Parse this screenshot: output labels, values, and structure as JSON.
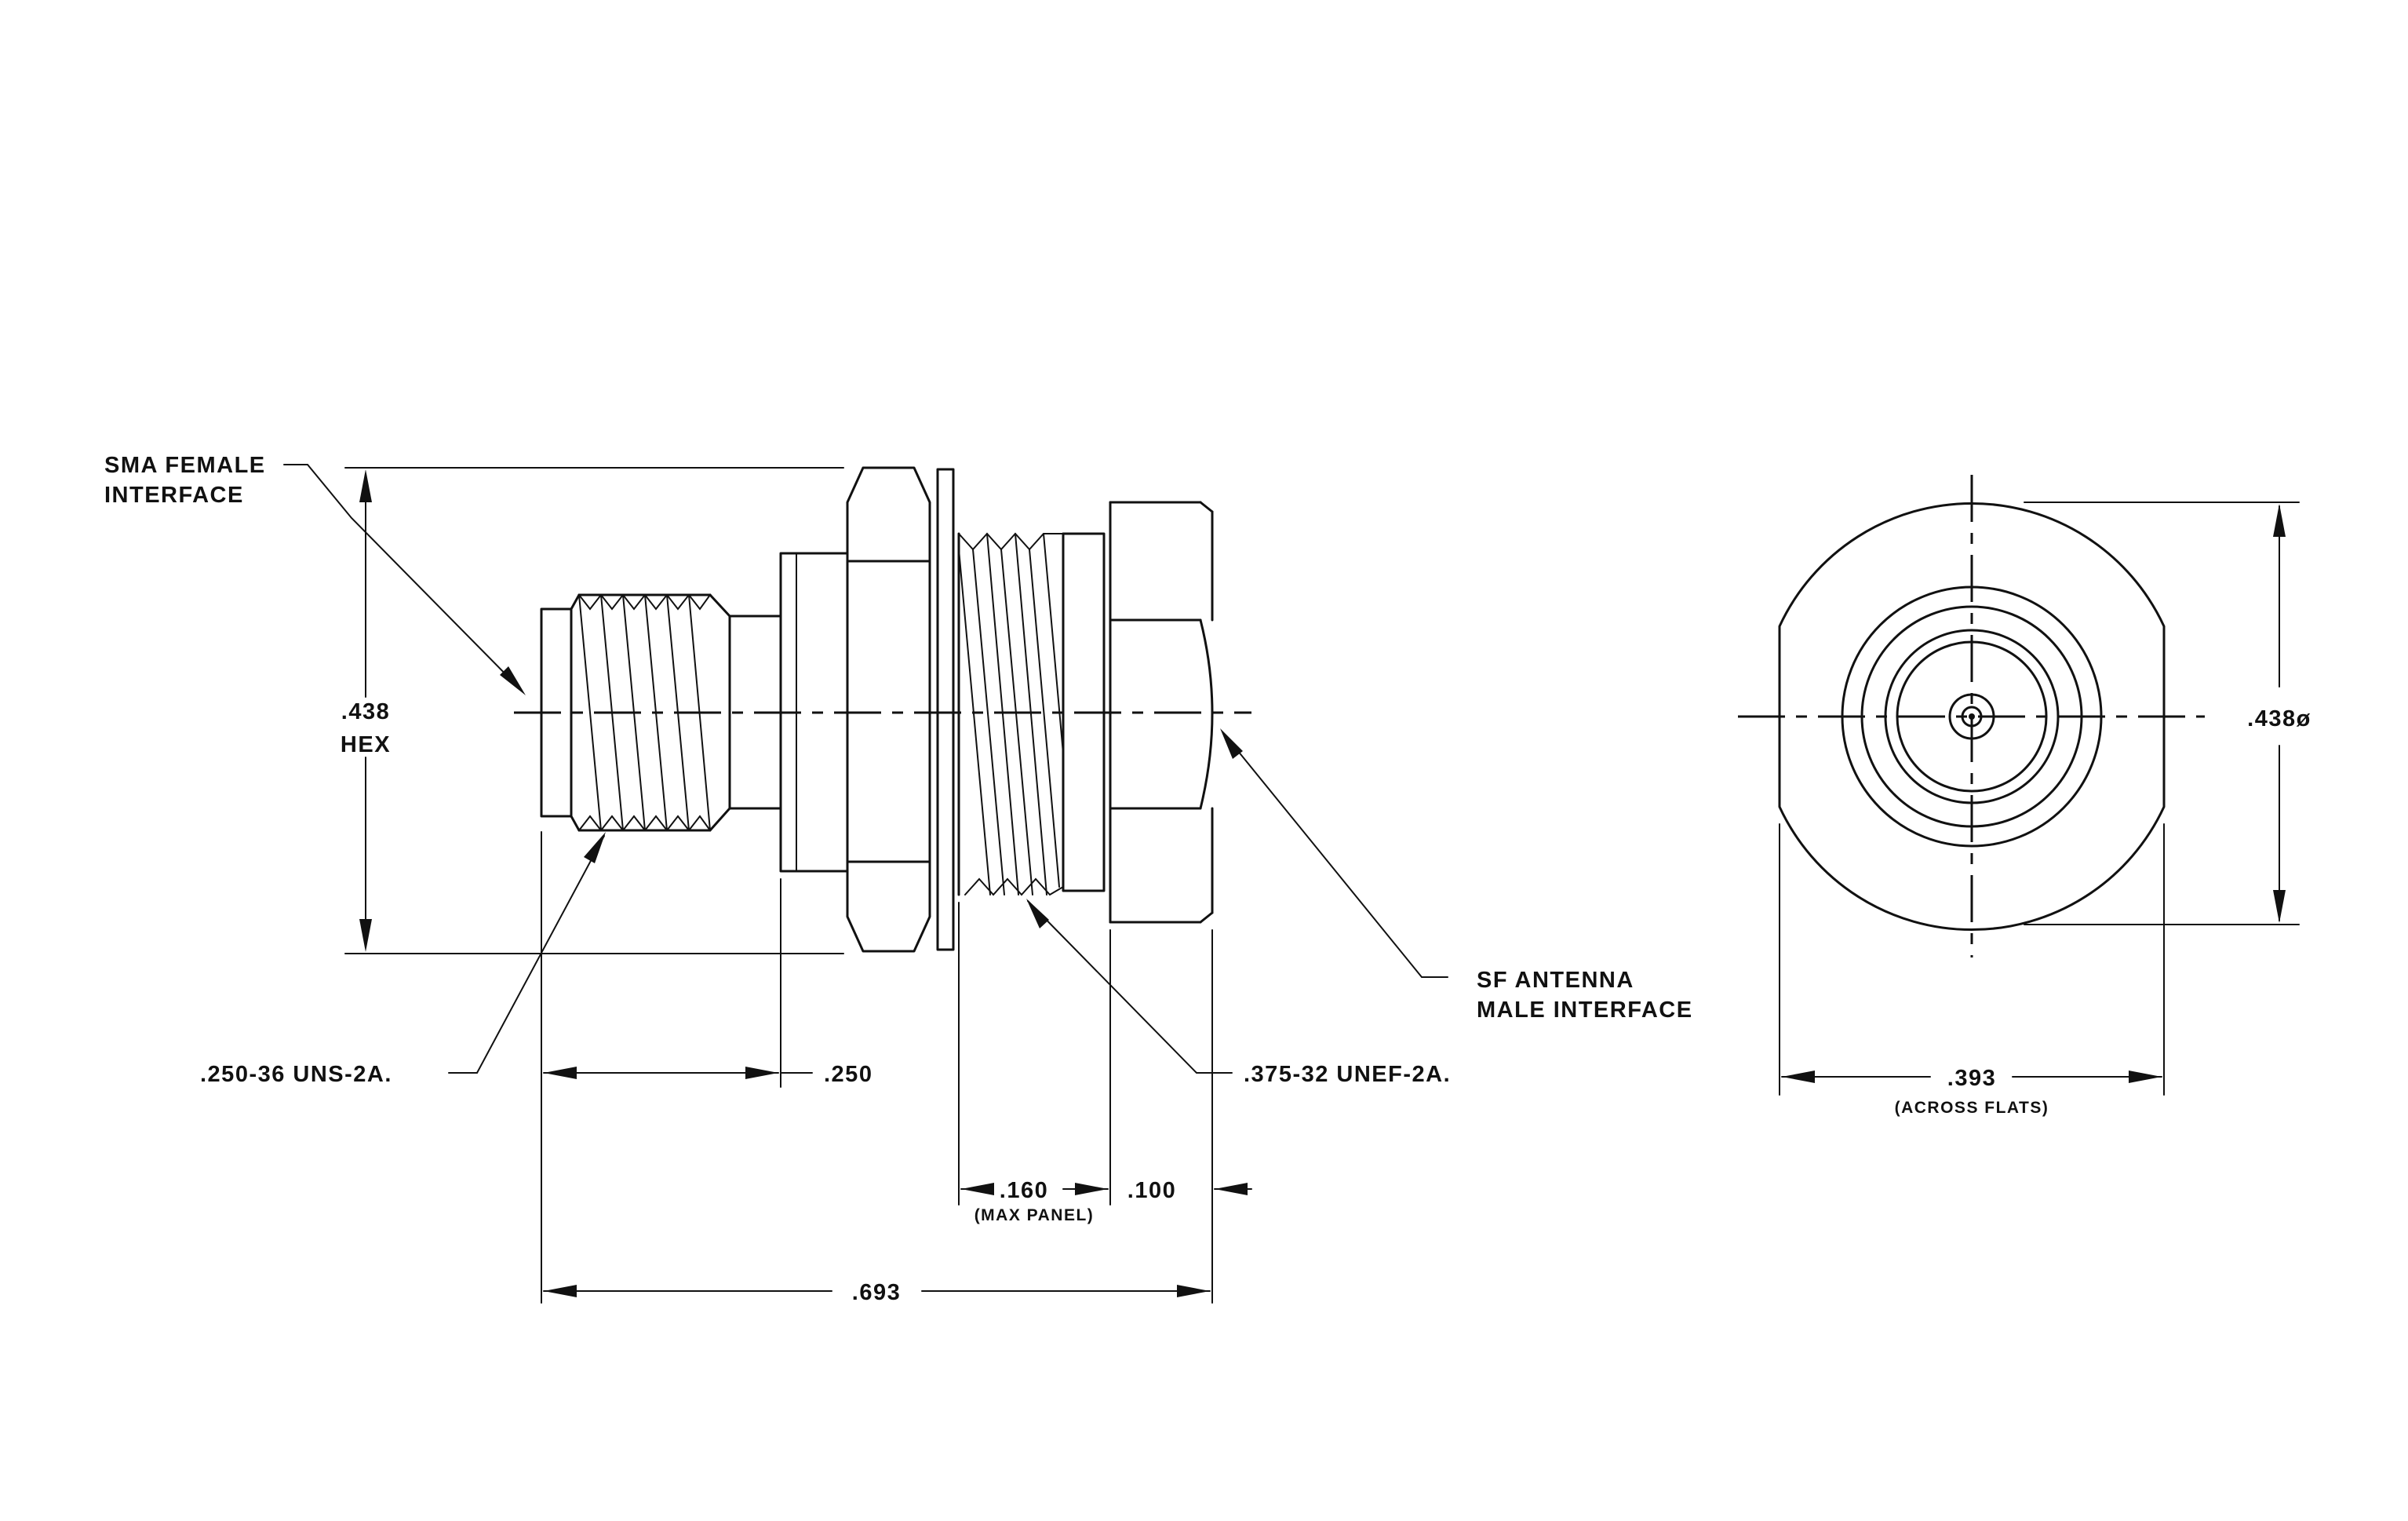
{
  "side_view": {
    "callouts": {
      "sma_line1": "SMA FEMALE",
      "sma_line2": "INTERFACE",
      "sf_line1": "SF ANTENNA",
      "sf_line2": "MALE INTERFACE",
      "thread_small": ".250-36 UNS-2A.",
      "thread_large": ".375-32 UNEF-2A."
    },
    "dimensions": {
      "hex_value": ".438",
      "hex_label": "HEX",
      "front_length": ".250",
      "panel_value": ".160",
      "panel_note": "(MAX PANEL)",
      "tip_length": ".100",
      "overall_length": ".693"
    }
  },
  "end_view": {
    "dimensions": {
      "diameter": ".438ø",
      "flats_value": ".393",
      "flats_note": "(ACROSS FLATS)"
    }
  },
  "colors": {
    "line": "#111111",
    "background": "#ffffff"
  }
}
